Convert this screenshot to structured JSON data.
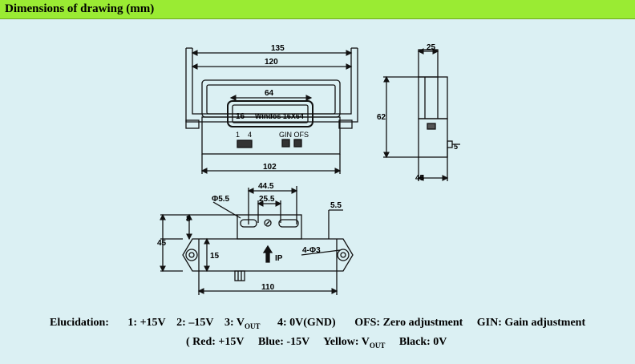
{
  "header": {
    "title": "Dimensions of drawing (mm)"
  },
  "drawing": {
    "front": {
      "dim_total_width": "135",
      "dim_inner_width": "120",
      "dim_window_width": "64",
      "dim_window_height": "16",
      "window_label": "Windos 16X64",
      "pin_labels": "1    4",
      "adj_labels": "GIN OFS",
      "dim_base_width": "102"
    },
    "side": {
      "dim_top": "25",
      "dim_height": "62",
      "dim_bottom": "45",
      "dim_stub": "5"
    },
    "bottom": {
      "dim_span": "44.5",
      "dim_hole": "Φ5.5",
      "dim_inner": "25.5",
      "dim_right": "5.5",
      "dim_offset": "8",
      "dim_height": "45",
      "dim_depth": "15",
      "arrow_label": "IP",
      "holes_label": "4-Φ3",
      "dim_length": "110"
    }
  },
  "elucidation": {
    "label": "Elucidation:",
    "pin1": "1: +15V",
    "pin2": "2: –15V",
    "pin3_prefix": "3: V",
    "pin3_sub": "OUT",
    "pin4": "4: 0V(GND)",
    "ofs": "OFS: Zero adjustment",
    "gin": "GIN: Gain adjustment",
    "wires_red": "( Red: +15V",
    "wires_blue": "Blue: -15V",
    "wires_yellow_prefix": "Yellow: V",
    "wires_yellow_sub": "OUT",
    "wires_black": "Black: 0V"
  }
}
